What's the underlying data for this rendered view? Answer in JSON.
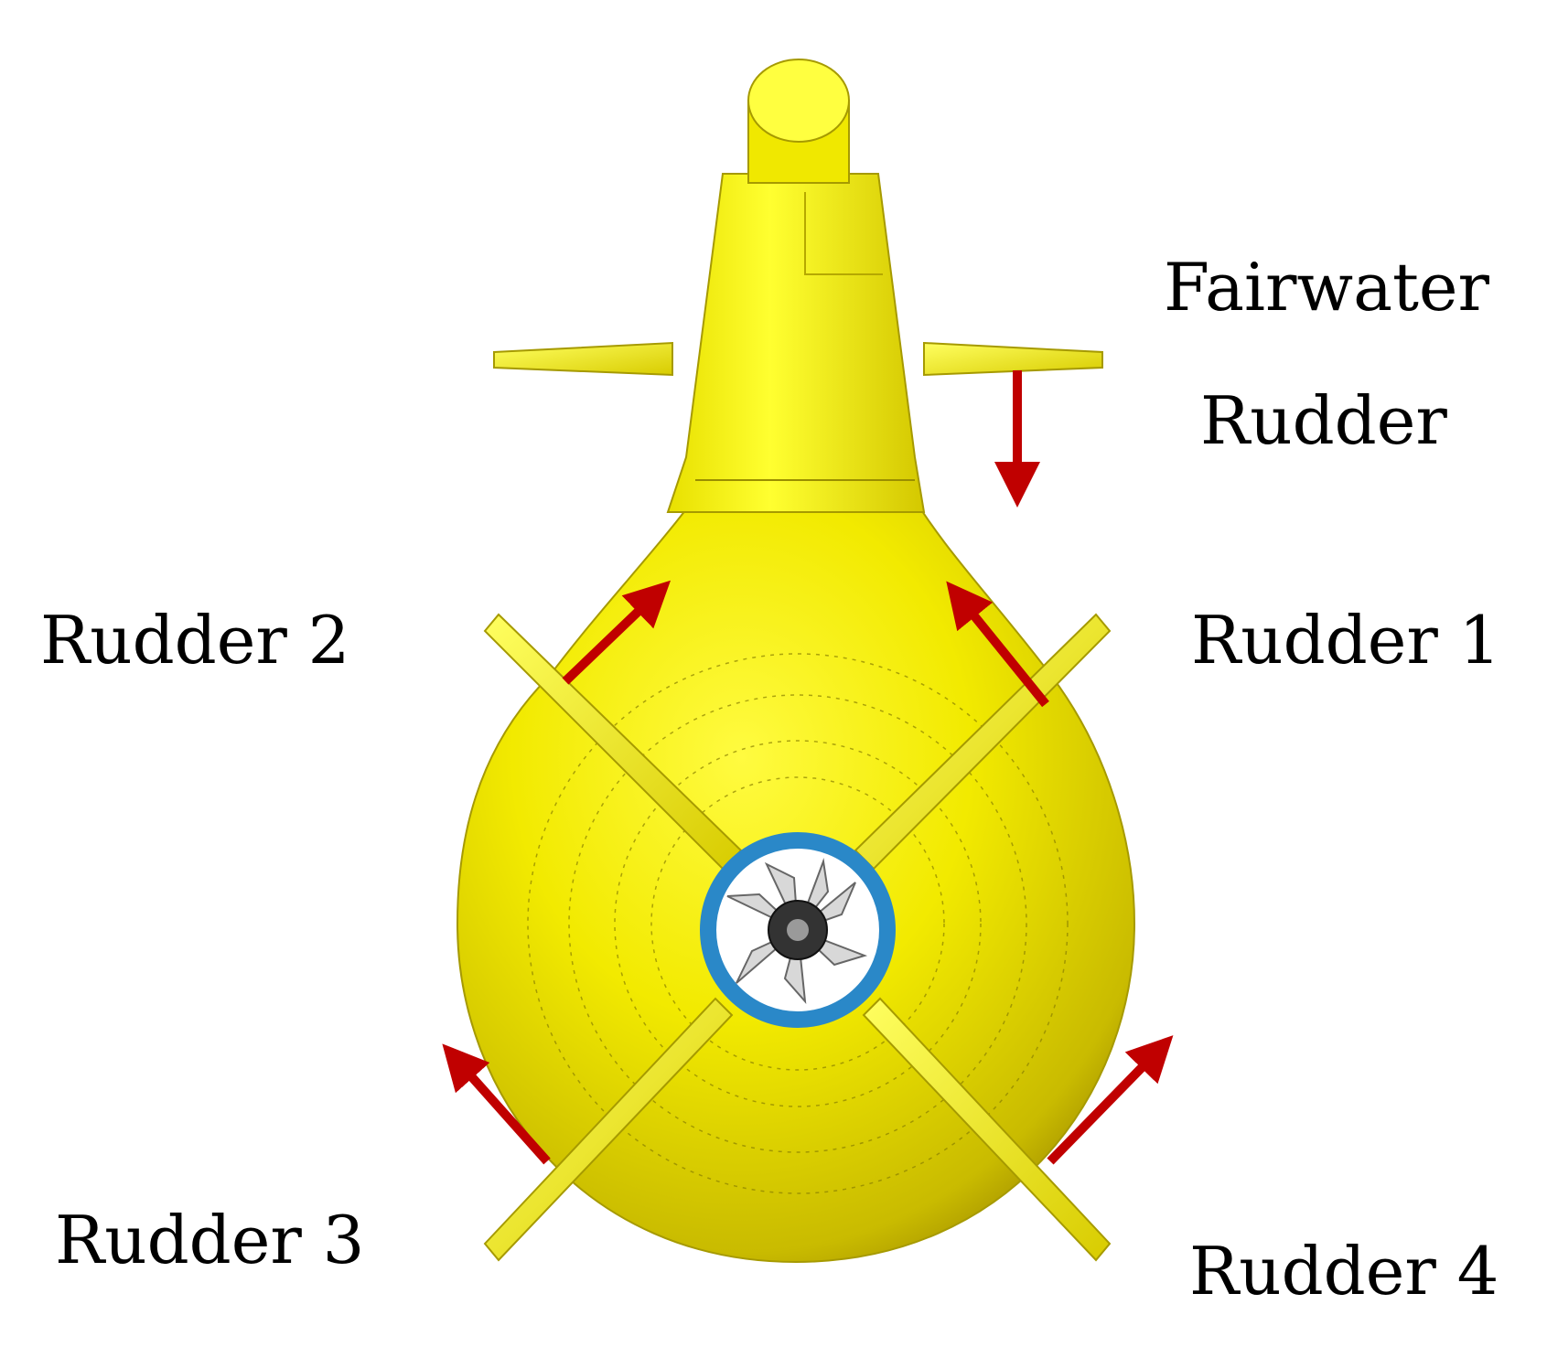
{
  "labels": {
    "fairwater_line1": "Fairwater",
    "fairwater_line2": "Rudder",
    "rudder1": "Rudder 1",
    "rudder2": "Rudder 2",
    "rudder3": "Rudder 3",
    "rudder4": "Rudder 4"
  },
  "colors": {
    "hull": "#f2ea00",
    "hull_shadow": "#b8a800",
    "arrow": "#c00000",
    "duct": "#2a88c8",
    "propeller": "#d8d8d8",
    "hub": "#333333"
  }
}
